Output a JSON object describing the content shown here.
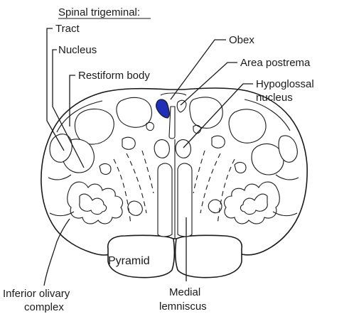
{
  "labels": {
    "spinal_trigeminal": "Spinal trigeminal:",
    "tract": "Tract",
    "nucleus": "Nucleus",
    "restiform_body": "Restiform body",
    "obex": "Obex",
    "area_postrema": "Area postrema",
    "hypoglossal_line1": "Hypoglossal",
    "hypoglossal_line2": "nucleus",
    "pyramid": "Pyramid",
    "inferior_olivary_line1": "Inferior olivary",
    "inferior_olivary_line2": "complex",
    "medial_line1": "Medial",
    "medial_line2": "lemniscus"
  },
  "colors": {
    "line": "#1a1a1a",
    "area_postrema_fill": "#1f2fb8",
    "background": "#ffffff"
  }
}
